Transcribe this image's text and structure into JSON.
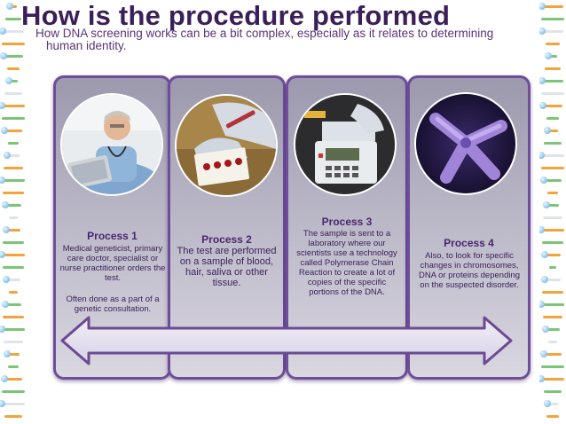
{
  "slide": {
    "title": "How is the procedure performed",
    "subtitle_line1": "How DNA screening works can be a bit complex, especially as it relates to determining",
    "subtitle_line2": "human identity."
  },
  "processes": [
    {
      "title": "Process 1",
      "text": "Medical geneticist, primary care doctor, specialist or nurse practitioner orders the test.",
      "note": "Often done as a part of a genetic consultation.",
      "image": "doctor-with-laptop-photo"
    },
    {
      "title": "Process 2",
      "text": "The test are performed on a sample of blood, hair, saliva or other tissue.",
      "image": "blood-sample-card-photo"
    },
    {
      "title": "Process 3",
      "text": "The sample is sent to a laboratory where our scientists use a technology called Polymerase Chain Reaction to create a lot of copies of the specific portions of the DNA.",
      "image": "pcr-machine-photo"
    },
    {
      "title": "Process 4",
      "text": "Also, to look for specific changes in chromosomes, DNA or proteins depending on the suspected disorder.",
      "image": "chromosome-photo"
    }
  ],
  "colors": {
    "title": "#3a1f58",
    "card_border": "#6e4d9a",
    "arrow": "#6b4a93"
  }
}
